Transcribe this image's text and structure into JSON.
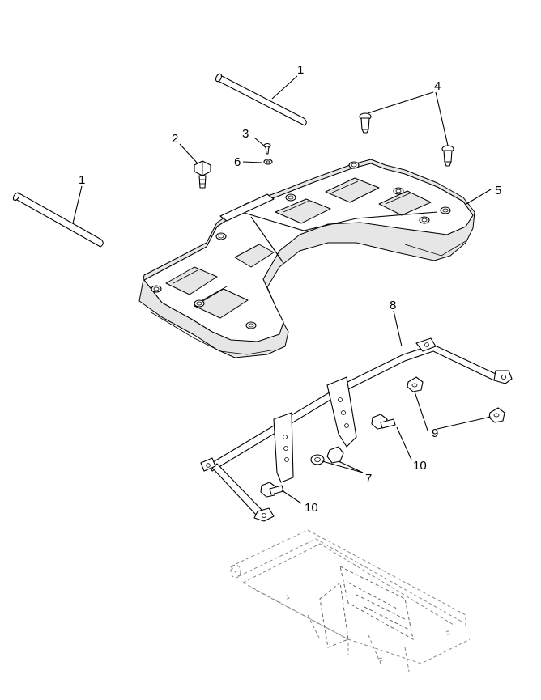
{
  "callouts": {
    "c1a": "1",
    "c1b": "1",
    "c2": "2",
    "c3": "3",
    "c4": "4",
    "c5": "5",
    "c6": "6",
    "c7": "7",
    "c8": "8",
    "c9": "9",
    "c10a": "10",
    "c10b": "10"
  }
}
